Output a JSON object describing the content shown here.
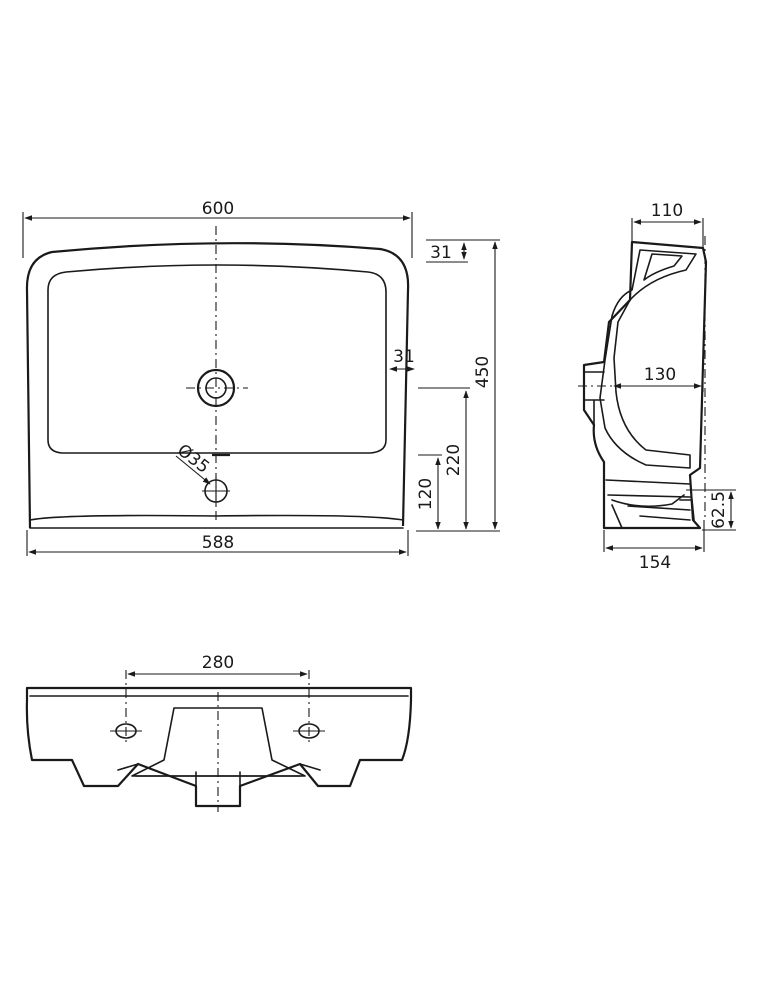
{
  "drawing": {
    "line_color": "#1a1a1a",
    "background": "#ffffff",
    "dimensions": {
      "top_width": "600",
      "back_rim": "31",
      "side_rim": "31",
      "overall_depth": "450",
      "waste_height": "220",
      "tap_hole_height": "120",
      "tap_hole_diameter": "Ø35",
      "front_width": "588",
      "side_top_depth": "110",
      "side_waste_depth": "130",
      "side_fixing_height": "62.5",
      "side_base_depth": "154",
      "front_hole_spacing": "280"
    }
  }
}
